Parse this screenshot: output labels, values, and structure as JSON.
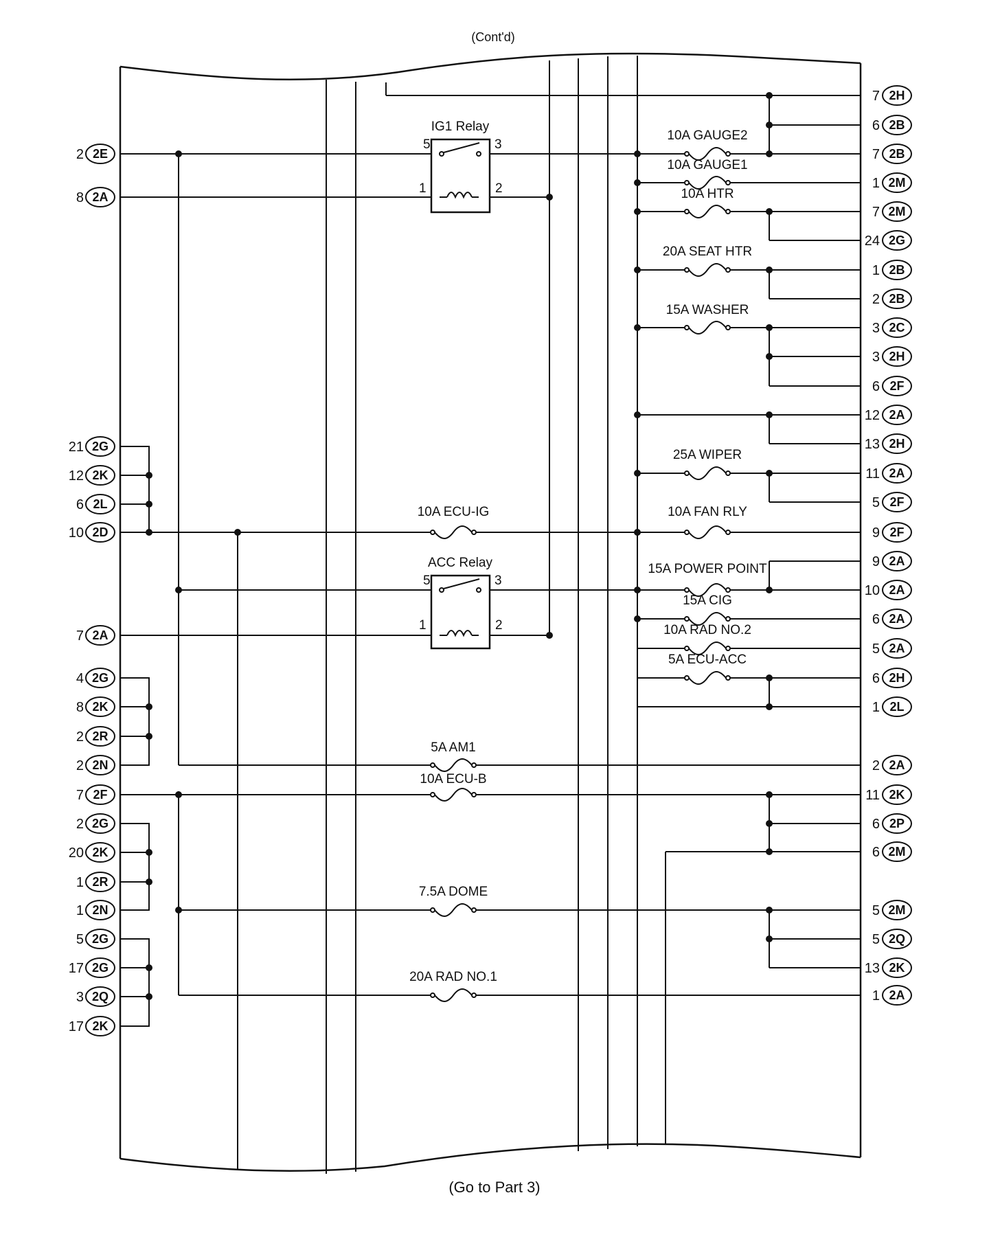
{
  "header": {
    "top_note": "(Cont'd)",
    "bottom_note": "(Go to Part 3)"
  },
  "relays": [
    {
      "id": "ig1",
      "label": "IG1 Relay",
      "pins": [
        "5",
        "3",
        "1",
        "2"
      ]
    },
    {
      "id": "acc",
      "label": "ACC Relay",
      "pins": [
        "5",
        "3",
        "1",
        "2"
      ]
    }
  ],
  "left_connectors": [
    {
      "pin": "2",
      "code": "2E"
    },
    {
      "pin": "8",
      "code": "2A"
    },
    {
      "pin": "21",
      "code": "2G"
    },
    {
      "pin": "12",
      "code": "2K"
    },
    {
      "pin": "6",
      "code": "2L"
    },
    {
      "pin": "10",
      "code": "2D"
    },
    {
      "pin": "7",
      "code": "2A"
    },
    {
      "pin": "4",
      "code": "2G"
    },
    {
      "pin": "8",
      "code": "2K"
    },
    {
      "pin": "2",
      "code": "2R"
    },
    {
      "pin": "2",
      "code": "2N"
    },
    {
      "pin": "7",
      "code": "2F"
    },
    {
      "pin": "2",
      "code": "2G"
    },
    {
      "pin": "20",
      "code": "2K"
    },
    {
      "pin": "1",
      "code": "2R"
    },
    {
      "pin": "1",
      "code": "2N"
    },
    {
      "pin": "5",
      "code": "2G"
    },
    {
      "pin": "17",
      "code": "2G"
    },
    {
      "pin": "3",
      "code": "2Q"
    },
    {
      "pin": "17",
      "code": "2K"
    }
  ],
  "right_connectors": [
    {
      "pin": "7",
      "code": "2H"
    },
    {
      "pin": "6",
      "code": "2B"
    },
    {
      "pin": "7",
      "code": "2B"
    },
    {
      "pin": "1",
      "code": "2M"
    },
    {
      "pin": "7",
      "code": "2M"
    },
    {
      "pin": "24",
      "code": "2G"
    },
    {
      "pin": "1",
      "code": "2B"
    },
    {
      "pin": "2",
      "code": "2B"
    },
    {
      "pin": "3",
      "code": "2C"
    },
    {
      "pin": "3",
      "code": "2H"
    },
    {
      "pin": "6",
      "code": "2F"
    },
    {
      "pin": "12",
      "code": "2A"
    },
    {
      "pin": "13",
      "code": "2H"
    },
    {
      "pin": "11",
      "code": "2A"
    },
    {
      "pin": "5",
      "code": "2F"
    },
    {
      "pin": "9",
      "code": "2F"
    },
    {
      "pin": "9",
      "code": "2A"
    },
    {
      "pin": "10",
      "code": "2A"
    },
    {
      "pin": "6",
      "code": "2A"
    },
    {
      "pin": "5",
      "code": "2A"
    },
    {
      "pin": "6",
      "code": "2H"
    },
    {
      "pin": "1",
      "code": "2L"
    },
    {
      "pin": "2",
      "code": "2A"
    },
    {
      "pin": "11",
      "code": "2K"
    },
    {
      "pin": "6",
      "code": "2P"
    },
    {
      "pin": "6",
      "code": "2M"
    },
    {
      "pin": "5",
      "code": "2M"
    },
    {
      "pin": "5",
      "code": "2Q"
    },
    {
      "pin": "13",
      "code": "2K"
    },
    {
      "pin": "1",
      "code": "2A"
    }
  ],
  "fuses": [
    {
      "label": "10A GAUGE2"
    },
    {
      "label": "10A GAUGE1"
    },
    {
      "label": "10A HTR"
    },
    {
      "label": "20A SEAT HTR"
    },
    {
      "label": "15A WASHER"
    },
    {
      "label": "25A WIPER"
    },
    {
      "label": "10A ECU-IG"
    },
    {
      "label": "10A FAN RLY"
    },
    {
      "label": "15A POWER POINT"
    },
    {
      "label": "15A CIG"
    },
    {
      "label": "10A RAD NO.2"
    },
    {
      "label": "5A ECU-ACC"
    },
    {
      "label": "5A AM1"
    },
    {
      "label": "10A ECU-B"
    },
    {
      "label": "7.5A DOME"
    },
    {
      "label": "20A RAD NO.1"
    }
  ]
}
